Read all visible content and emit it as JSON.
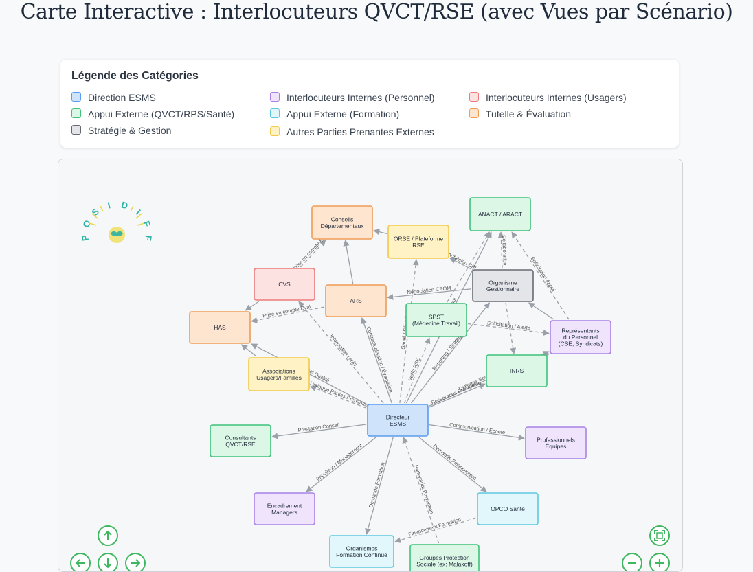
{
  "title": "Carte Interactive : Interlocuteurs QVCT/RSE (avec Vues par Scénario)",
  "legend": {
    "title": "Légende des Catégories",
    "items": [
      {
        "label": "Direction ESMS",
        "fill": "#cfe3fb",
        "stroke": "#5a9cf0"
      },
      {
        "label": "Interlocuteurs Internes (Personnel)",
        "fill": "#efe4fc",
        "stroke": "#a982e8"
      },
      {
        "label": "Interlocuteurs Internes (Usagers)",
        "fill": "#fde2e2",
        "stroke": "#ec7b7b"
      },
      {
        "label": "Appui Externe (QVCT/RPS/Santé)",
        "fill": "#dcf7e6",
        "stroke": "#3fc27a"
      },
      {
        "label": "Appui Externe (Formation)",
        "fill": "#e2f7fb",
        "stroke": "#5cc8e0"
      },
      {
        "label": "Tutelle & Évaluation",
        "fill": "#fde5cf",
        "stroke": "#ef9c56"
      },
      {
        "label": "Stratégie & Gestion",
        "fill": "#e4e5e8",
        "stroke": "#666b73"
      },
      {
        "label": "Autres Parties Prenantes Externes",
        "fill": "#fff2c4",
        "stroke": "#f2c94c"
      }
    ]
  },
  "logo": {
    "text": "POSIDIFF"
  },
  "nodes": [
    {
      "id": "conseils",
      "lines": [
        "Conseils",
        "Départementaux"
      ],
      "cat": "tutelle"
    },
    {
      "id": "orse",
      "lines": [
        "ORSE / Plateforme",
        "RSE"
      ],
      "cat": "autres"
    },
    {
      "id": "anact",
      "lines": [
        "ANACT / ARACT"
      ],
      "cat": "appui"
    },
    {
      "id": "cvs",
      "lines": [
        "CVS"
      ],
      "cat": "usagers"
    },
    {
      "id": "ars",
      "lines": [
        "ARS"
      ],
      "cat": "tutelle"
    },
    {
      "id": "orga",
      "lines": [
        "Organisme",
        "Gestionnaire"
      ],
      "cat": "strategie"
    },
    {
      "id": "has",
      "lines": [
        "HAS"
      ],
      "cat": "tutelle"
    },
    {
      "id": "spst",
      "lines": [
        "SPST",
        "(Médecine Travail)"
      ],
      "cat": "appui"
    },
    {
      "id": "rep",
      "lines": [
        "Représentants",
        "du Personnel",
        "(CSE, Syndicats)"
      ],
      "cat": "personnel"
    },
    {
      "id": "assoc",
      "lines": [
        "Associations",
        "Usagers/Familles"
      ],
      "cat": "autres"
    },
    {
      "id": "inrs",
      "lines": [
        "INRS"
      ],
      "cat": "appui"
    },
    {
      "id": "dir",
      "lines": [
        "Directeur",
        "ESMS"
      ],
      "cat": "direction"
    },
    {
      "id": "consult",
      "lines": [
        "Consultants",
        "QVCT/RSE"
      ],
      "cat": "appui"
    },
    {
      "id": "pro",
      "lines": [
        "Professionnels",
        "Équipes"
      ],
      "cat": "personnel"
    },
    {
      "id": "encad",
      "lines": [
        "Encadrement",
        "Managers"
      ],
      "cat": "personnel"
    },
    {
      "id": "opco",
      "lines": [
        "OPCO Santé"
      ],
      "cat": "formation"
    },
    {
      "id": "orgform",
      "lines": [
        "Organismes",
        "Formation Continue"
      ],
      "cat": "formation"
    },
    {
      "id": "gps",
      "lines": [
        "Groupes Protection",
        "Sociale (ex: Malakoff)"
      ],
      "cat": "appui"
    }
  ],
  "edges": [
    {
      "from": "dir",
      "to": "consult",
      "label": "Prestation Conseil",
      "dashed": false
    },
    {
      "from": "dir",
      "to": "pro",
      "label": "Communication / Écoute",
      "dashed": false
    },
    {
      "from": "dir",
      "to": "encad",
      "label": "Impulsion / Management",
      "dashed": false
    },
    {
      "from": "dir",
      "to": "opco",
      "label": "Demande Financement",
      "dashed": false
    },
    {
      "from": "dir",
      "to": "orgform",
      "label": "Demande Formation",
      "dashed": false
    },
    {
      "from": "gps",
      "to": "dir",
      "label": "Partenariat Prévention",
      "dashed": true
    },
    {
      "from": "opco",
      "to": "orgform",
      "label": "Financement Formation",
      "dashed": true
    },
    {
      "from": "dir",
      "to": "assoc",
      "label": "Dialogue Parties Prenantes",
      "dashed": true
    },
    {
      "from": "dir",
      "to": "has",
      "label": "Référentiel Qualité",
      "dashed": false
    },
    {
      "from": "dir",
      "to": "cvs",
      "label": "Information / Avis",
      "dashed": true
    },
    {
      "from": "dir",
      "to": "ars",
      "label": "Contractualisation / Évaluation",
      "dashed": false
    },
    {
      "from": "dir",
      "to": "spst",
      "label": "Veille RSE",
      "dashed": true
    },
    {
      "from": "dir",
      "to": "orga",
      "label": "Reporting / Stratégie",
      "dashed": false
    },
    {
      "from": "dir",
      "to": "rep",
      "label": "Dialogue Social QVCT/RPS",
      "dashed": false
    },
    {
      "from": "dir",
      "to": "inrs",
      "label": "Ressources Prévention",
      "dashed": false
    },
    {
      "from": "dir",
      "to": "anact",
      "label": "Sollicitation Appui",
      "dashed": false
    },
    {
      "from": "dir",
      "to": "orse",
      "label": "Santé / Sécurité",
      "dashed": true
    },
    {
      "from": "orga",
      "to": "ars",
      "label": "Négociation CPOM",
      "dashed": false
    },
    {
      "from": "ars",
      "to": "has",
      "label": "Prise en compte Éval.",
      "dashed": true
    },
    {
      "from": "ars",
      "to": "conseils",
      "label": "",
      "dashed": false
    },
    {
      "from": "cvs",
      "to": "conseils",
      "label": "Prise en compte Éval.",
      "dashed": true
    },
    {
      "from": "cvs",
      "to": "has",
      "label": "",
      "dashed": false
    },
    {
      "from": "orga",
      "to": "orse",
      "label": "Adhésion CPI",
      "dashed": false
    },
    {
      "from": "orse",
      "to": "conseils",
      "label": "",
      "dashed": false
    },
    {
      "from": "orga",
      "to": "anact",
      "label": "Collaboration",
      "dashed": true
    },
    {
      "from": "orga",
      "to": "inrs",
      "label": "",
      "dashed": true
    },
    {
      "from": "spst",
      "to": "rep",
      "label": "Sollicitation / Alerte",
      "dashed": true
    },
    {
      "from": "rep",
      "to": "anact",
      "label": "Sollicitation Appui",
      "dashed": true
    },
    {
      "from": "rep",
      "to": "orga",
      "label": "",
      "dashed": false
    },
    {
      "from": "inrs",
      "to": "rep",
      "label": "",
      "dashed": false
    },
    {
      "from": "assoc",
      "to": "has",
      "label": "",
      "dashed": false
    },
    {
      "from": "spst",
      "to": "anact",
      "label": "",
      "dashed": true
    }
  ],
  "controls": [
    {
      "name": "pan-up-button",
      "icon": "arrow-up-icon"
    },
    {
      "name": "pan-left-button",
      "icon": "arrow-left-icon"
    },
    {
      "name": "pan-down-button",
      "icon": "arrow-down-icon"
    },
    {
      "name": "pan-right-button",
      "icon": "arrow-right-icon"
    },
    {
      "name": "fit-view-button",
      "icon": "fit-view-icon"
    },
    {
      "name": "zoom-out-button",
      "icon": "minus-icon"
    },
    {
      "name": "zoom-in-button",
      "icon": "plus-icon"
    }
  ]
}
